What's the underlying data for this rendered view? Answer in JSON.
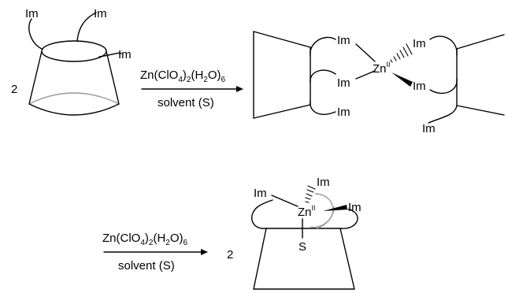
{
  "scheme": {
    "ligand_group": "Im",
    "metal_symbol": "Zn",
    "metal_oxidation_state": "II",
    "solvent_ligand": "S",
    "coefficient_top": "2",
    "coefficient_bottom": "2",
    "reagent": {
      "parts": [
        "Zn(ClO",
        "4",
        ")",
        "2",
        "(H",
        "2",
        "O)",
        "6"
      ]
    },
    "condition": "solvent (S)"
  }
}
